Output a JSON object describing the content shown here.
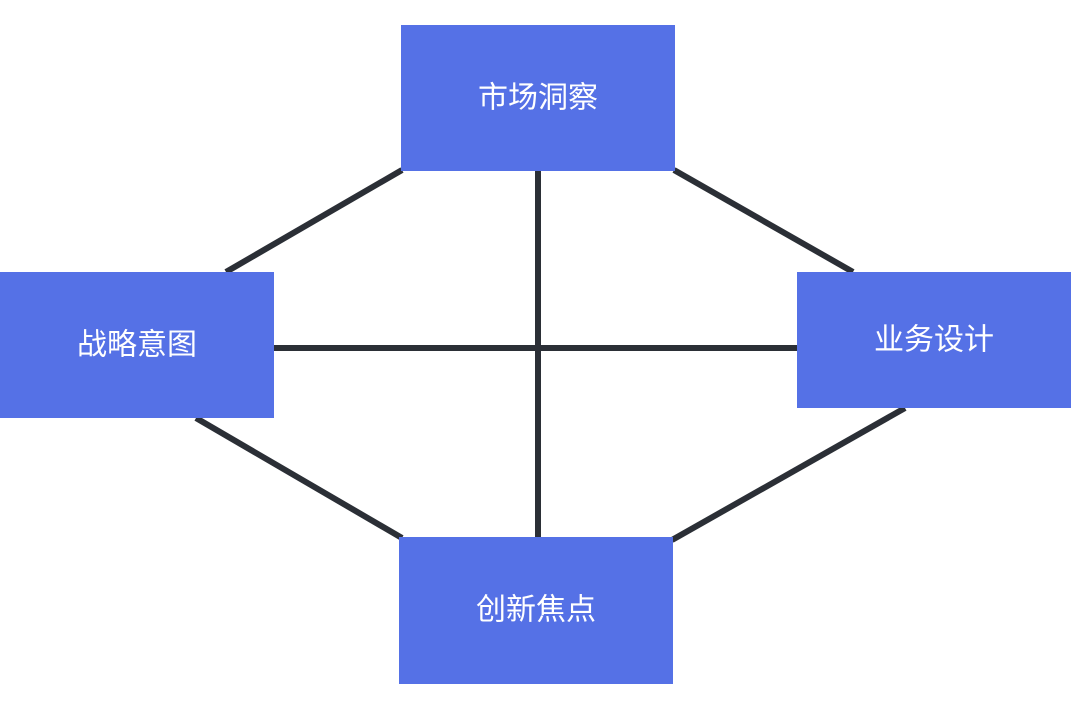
{
  "diagram": {
    "nodes": {
      "top": {
        "label": "市场洞察"
      },
      "left": {
        "label": "战略意图"
      },
      "right": {
        "label": "业务设计"
      },
      "bottom": {
        "label": "创新焦点"
      }
    },
    "colors": {
      "node_fill": "#5571e6",
      "node_text": "#ffffff",
      "connector": "#2b2f36",
      "background": "#ffffff"
    },
    "edges": [
      {
        "from": "top",
        "to": "left"
      },
      {
        "from": "top",
        "to": "right"
      },
      {
        "from": "left",
        "to": "bottom"
      },
      {
        "from": "right",
        "to": "bottom"
      },
      {
        "from": "top",
        "to": "bottom"
      },
      {
        "from": "left",
        "to": "right"
      }
    ]
  }
}
